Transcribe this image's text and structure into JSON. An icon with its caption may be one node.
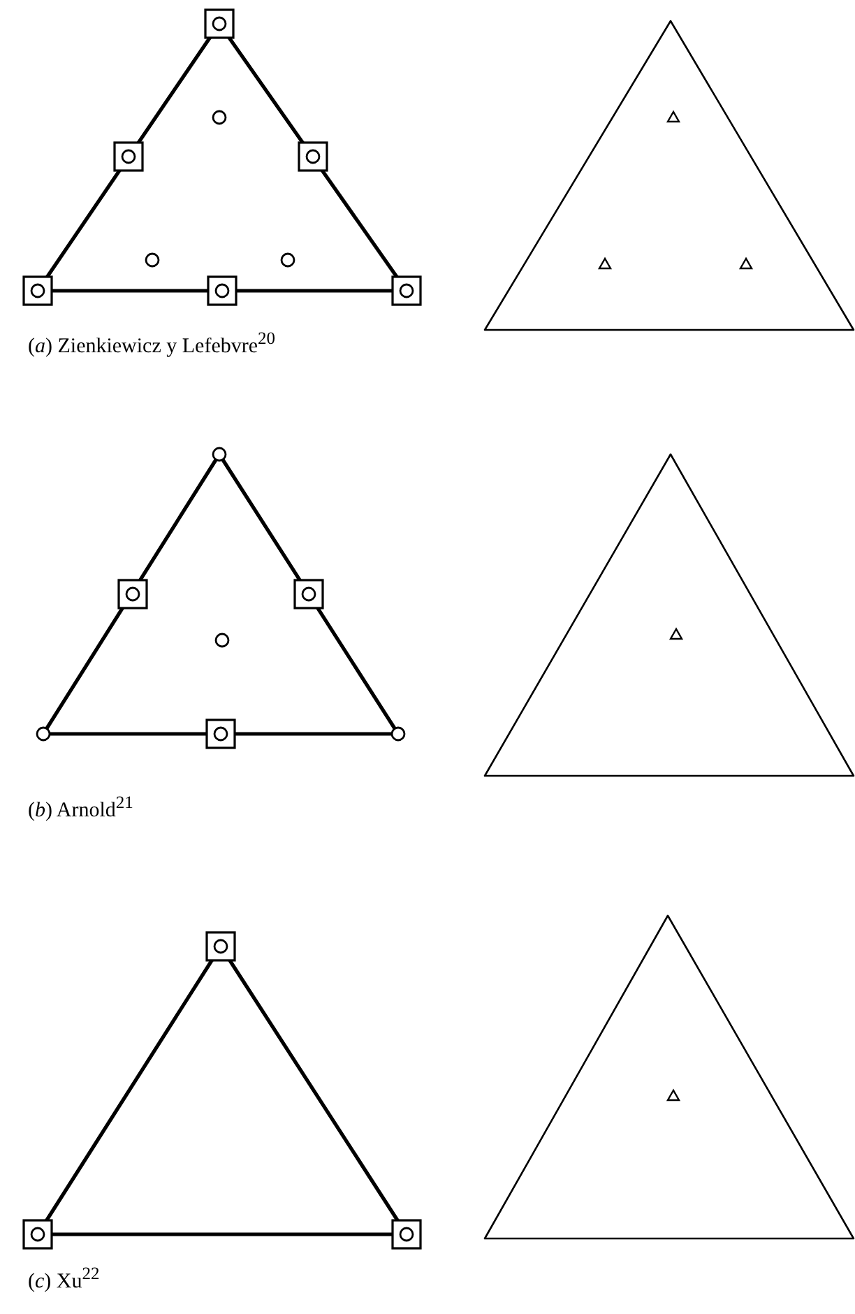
{
  "diagram": {
    "labels": [
      "(*a*) Zienkiewicz y Lefebvre$^{20}$",
      "(*b*) Arnold$^{21}$",
      "(*c*) Xu$^{22}$"
    ]
  }
}
